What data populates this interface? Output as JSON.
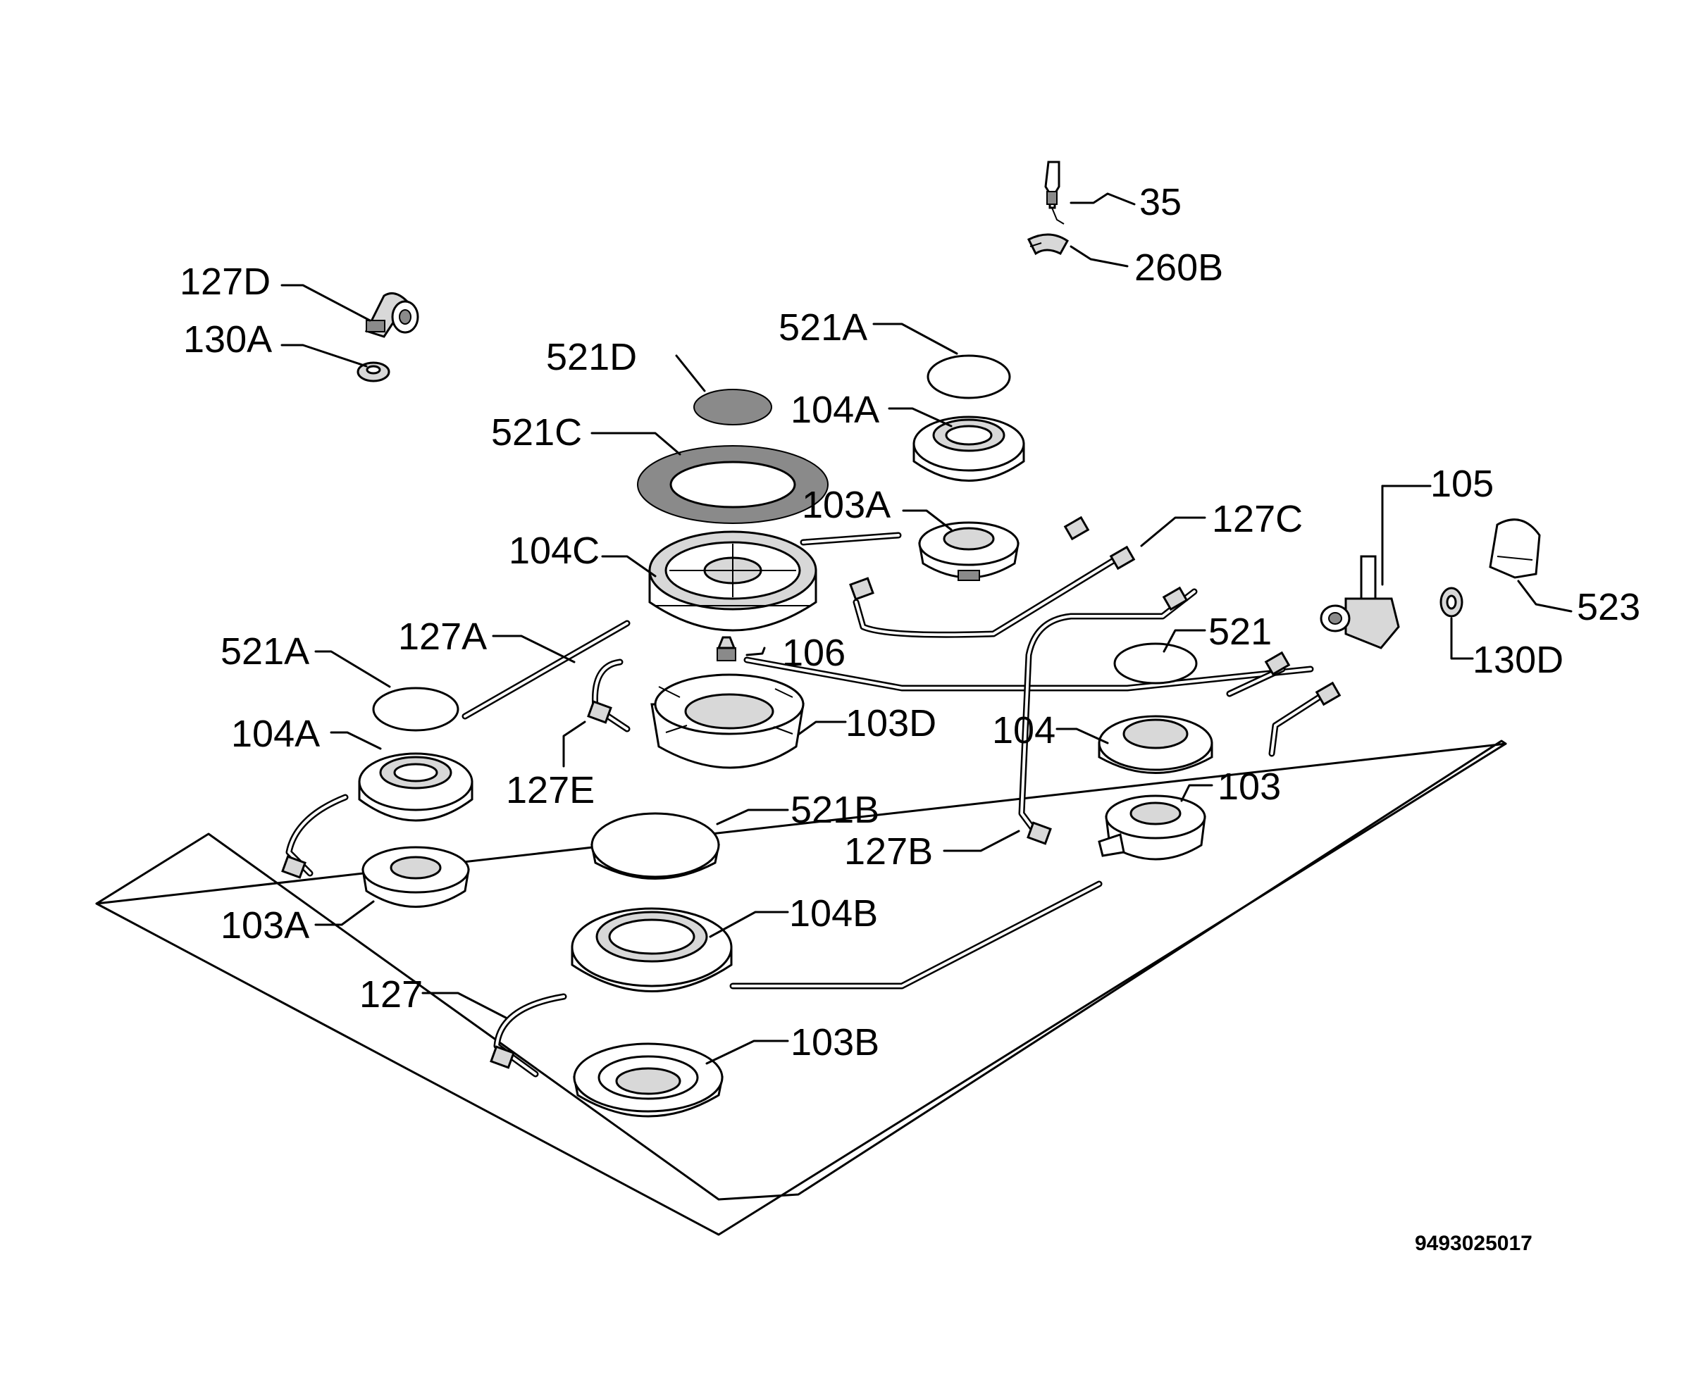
{
  "diagram": {
    "reference_number": "9493025017",
    "labels": {
      "l35": "35",
      "l260B": "260B",
      "l127D": "127D",
      "l130A_top": "130A",
      "l521D": "521D",
      "l521A_top": "521A",
      "l104A_top": "104A",
      "l521C": "521C",
      "l103A_top": "103A",
      "l127C": "127C",
      "l105": "105",
      "l104C": "104C",
      "l523": "523",
      "l521": "521",
      "l127A": "127A",
      "l106": "106",
      "l130D": "130D",
      "l521A_left": "521A",
      "l103D": "103D",
      "l104": "104",
      "l104A_left": "104A",
      "l127E": "127E",
      "l103": "103",
      "l521B": "521B",
      "l127B": "127B",
      "l103A_left": "103A",
      "l104B": "104B",
      "l127": "127",
      "l103B": "103B"
    }
  }
}
